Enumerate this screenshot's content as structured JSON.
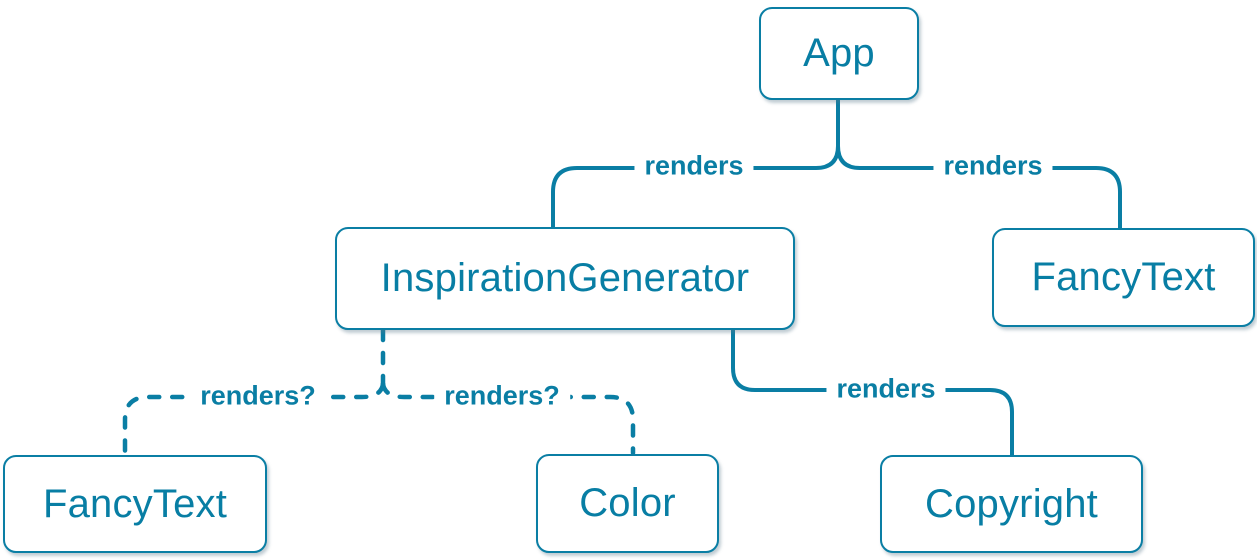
{
  "colors": {
    "line": "#0a7ea4",
    "node_text": "#087ea4",
    "node_background": "#ffffff",
    "page_background": "#ffffff"
  },
  "nodes": [
    {
      "id": "app",
      "label": "App"
    },
    {
      "id": "inspiration-generator",
      "label": "InspirationGenerator"
    },
    {
      "id": "fancy-text-top",
      "label": "FancyText"
    },
    {
      "id": "fancy-text-bottom",
      "label": "FancyText"
    },
    {
      "id": "color",
      "label": "Color"
    },
    {
      "id": "copyright",
      "label": "Copyright"
    }
  ],
  "edges": [
    {
      "from": "App",
      "to": "InspirationGenerator",
      "label": "renders",
      "style": "solid"
    },
    {
      "from": "App",
      "to": "FancyText",
      "label": "renders",
      "style": "solid"
    },
    {
      "from": "InspirationGenerator",
      "to": "Copyright",
      "label": "renders",
      "style": "solid"
    },
    {
      "from": "InspirationGenerator",
      "to": "FancyText",
      "label": "renders?",
      "style": "dashed"
    },
    {
      "from": "InspirationGenerator",
      "to": "Color",
      "label": "renders?",
      "style": "dashed"
    }
  ]
}
